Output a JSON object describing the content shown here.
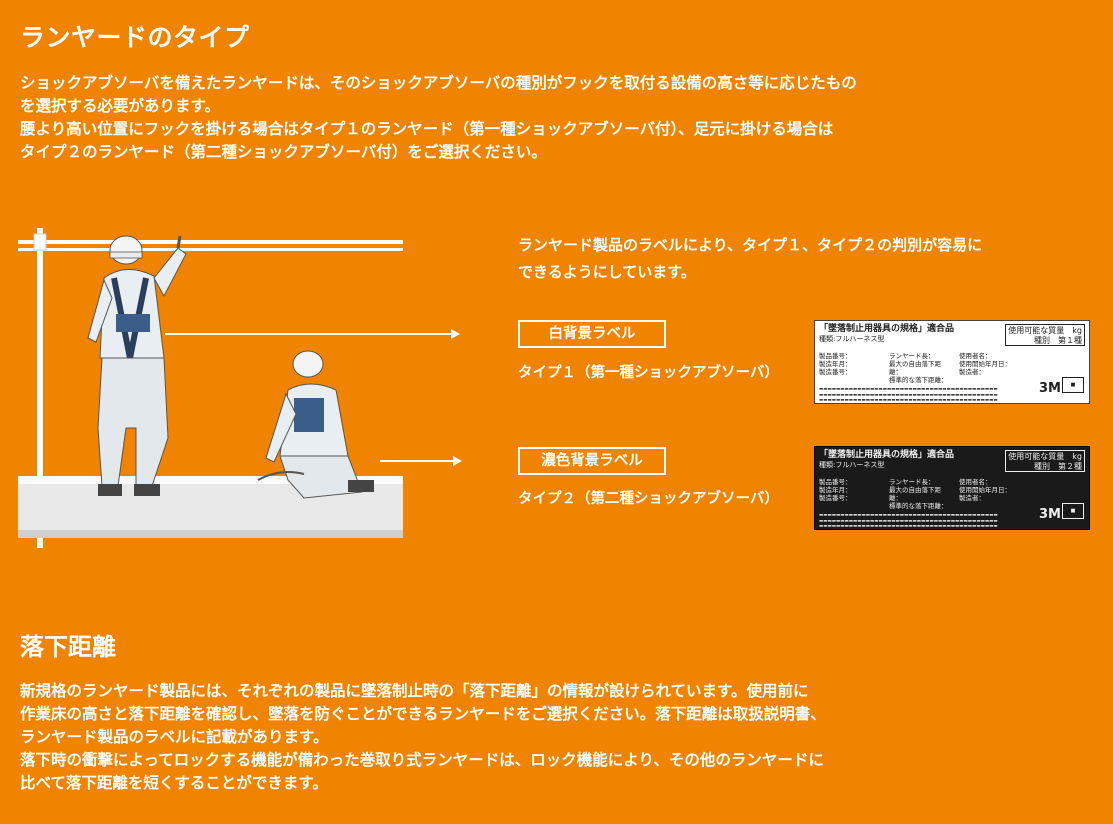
{
  "section1": {
    "title": "ランヤードのタイプ",
    "intro_lines": [
      "ショックアブソーバを備えたランヤードは、そのショックアブソーバの種別がフックを取付る設備の高さ等に応じたもの",
      "を選択する必要があります。",
      "腰より高い位置にフックを掛ける場合はタイプ１のランヤード（第一種ショックアブソーバ付）、足元に掛ける場合は",
      "タイプ２のランヤード（第二種ショックアブソーバ付）をご選択ください。"
    ],
    "desc_lines": [
      "ランヤード製品のラベルにより、タイプ１、タイプ２の判別が容易に",
      "できるようにしています。"
    ],
    "label1": {
      "box": "白背景ラベル",
      "type": "タイプ１（第一種ショックアブソーバ）"
    },
    "label2": {
      "box": "濃色背景ラベル",
      "type": "タイプ２（第二種ショックアブソーバ）"
    }
  },
  "product_label": {
    "title": "「墜落制止用器具の規格」適合品",
    "sub": "種類:フルハーネス型",
    "weight": "使用可能な質量　kg",
    "class1": "種別　第１種",
    "class2": "種別　第２種",
    "col1": [
      "製品番号：",
      "製造年月：",
      "製造番号："
    ],
    "col2": [
      "ランヤード長：",
      "最大の自由落下距離：",
      "標準的な落下距離："
    ],
    "col3": [
      "使用者名：",
      "使用開始年月日：",
      "製造者："
    ],
    "logo": "3M"
  },
  "section2": {
    "title": "落下距離",
    "lines": [
      "新規格のランヤード製品には、それぞれの製品に墜落制止時の「落下距離」の情報が設けられています。使用前に",
      "作業床の高さと落下距離を確認し、墜落を防ぐことができるランヤードをご選択ください。落下距離は取扱説明書、",
      "ランヤード製品のラベルに記載があります。",
      "落下時の衝撃によってロックする機能が備わった巻取り式ランヤードは、ロック機能により、その他のランヤードに",
      "比べて落下距離を短くすることができます。"
    ]
  }
}
